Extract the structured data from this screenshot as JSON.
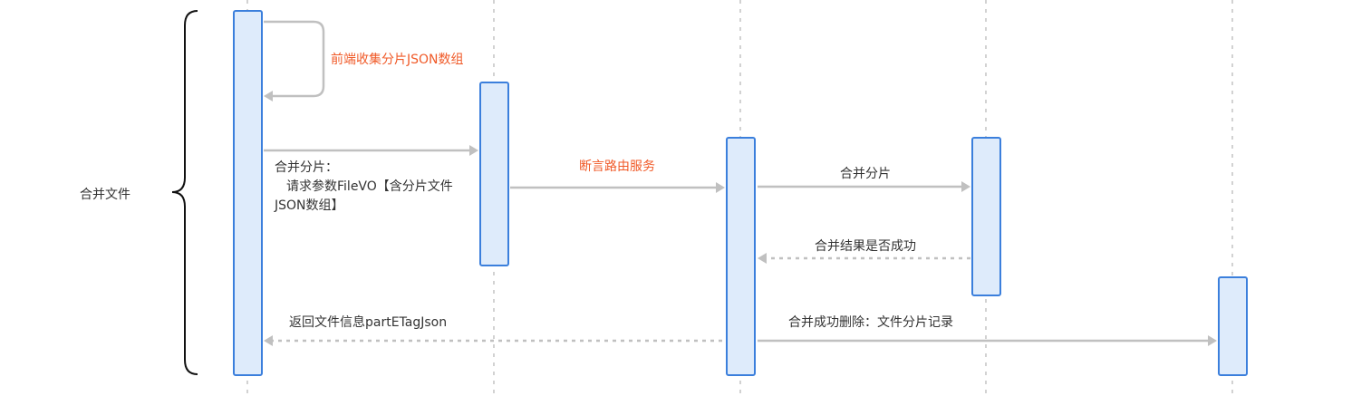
{
  "group": {
    "label": "合并文件"
  },
  "messages": {
    "self_collect": "前端收集分片JSON数组",
    "merge_request_line1": "合并分片：",
    "merge_request_line2": "请求参数FileVO【含分片文件",
    "merge_request_line3": "JSON数组】",
    "gateway_route": "断言路由服务",
    "merge_parts": "合并分片",
    "merge_result": "合并结果是否成功",
    "merge_success_delete": "合并成功删除：文件分片记录",
    "return_info": "返回文件信息partETagJson"
  },
  "colors": {
    "activation_fill": "#deebfb",
    "activation_stroke": "#3b7fdc",
    "arrow": "#c0c0c0",
    "lifeline": "#c4c4c4",
    "accent_text": "#f05a28",
    "text": "#333333"
  }
}
